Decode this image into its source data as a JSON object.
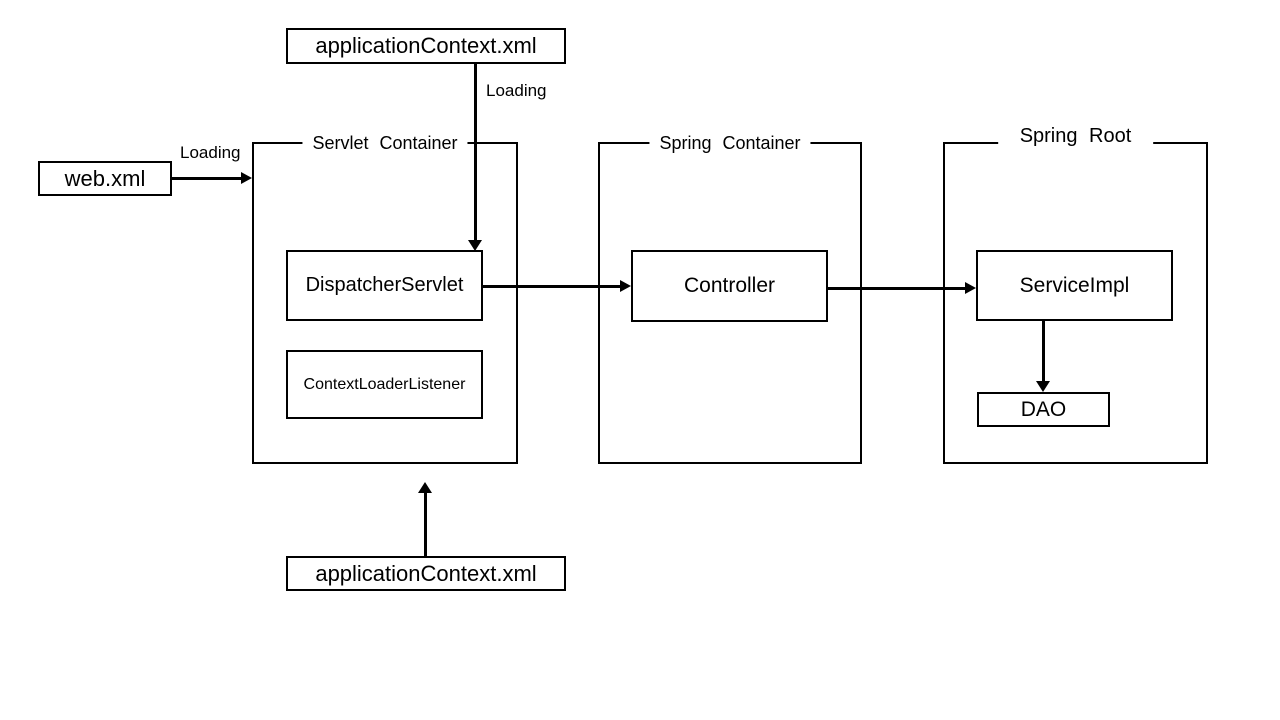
{
  "diagram": {
    "colors": {
      "background": "#ffffff",
      "line": "#000000",
      "text": "#000000"
    },
    "containers": {
      "servlet_container": {
        "title": "Servlet Container"
      },
      "spring_container": {
        "title": "Spring Container"
      },
      "spring_root": {
        "title": "Spring Root"
      }
    },
    "nodes": {
      "app_context_top": {
        "label": "applicationContext.xml"
      },
      "web_xml": {
        "label": "web.xml"
      },
      "dispatcher_servlet": {
        "label": "DispatcherServlet"
      },
      "context_loader_listener": {
        "label": "ContextLoaderListener"
      },
      "controller": {
        "label": "Controller"
      },
      "service_impl": {
        "label": "ServiceImpl"
      },
      "dao": {
        "label": "DAO"
      },
      "app_context_bottom": {
        "label": "applicationContext.xml"
      }
    },
    "edges": [
      {
        "from": "applicationContext.xml (top)",
        "to": "DispatcherServlet",
        "direction": "down",
        "label": "Loading"
      },
      {
        "from": "web.xml",
        "to": "Servlet Container",
        "direction": "right",
        "label": "Loading"
      },
      {
        "from": "DispatcherServlet",
        "to": "Controller",
        "direction": "right",
        "label": ""
      },
      {
        "from": "Controller",
        "to": "ServiceImpl",
        "direction": "right",
        "label": ""
      },
      {
        "from": "ServiceImpl",
        "to": "DAO",
        "direction": "down",
        "label": ""
      },
      {
        "from": "applicationContext.xml (bottom)",
        "to": "Servlet Container",
        "direction": "up",
        "label": ""
      }
    ]
  }
}
